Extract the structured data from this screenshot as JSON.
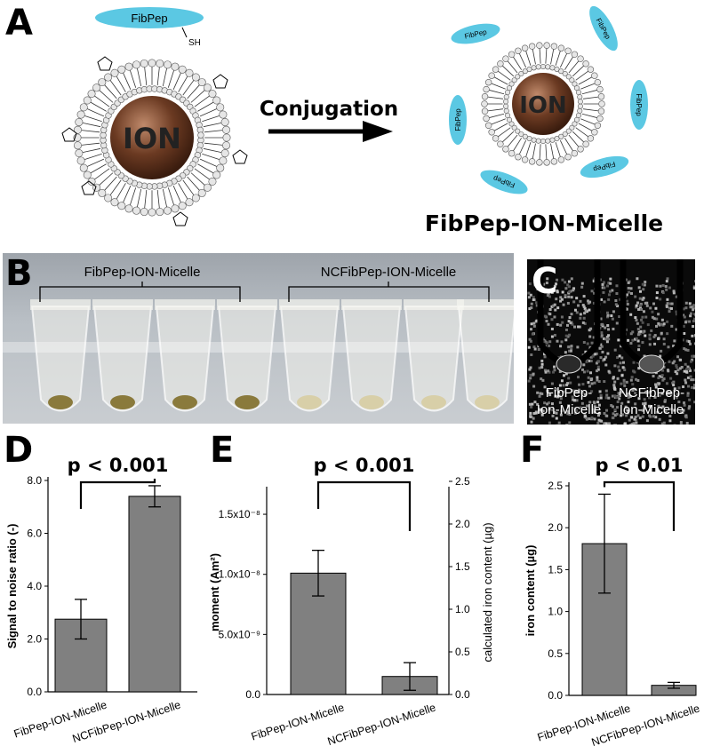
{
  "panels": {
    "a": {
      "letter": "A",
      "peptide_label": "FibPep",
      "thiol_label": "SH",
      "core_label": "ION",
      "arrow_label": "Conjugation",
      "product_core_label": "ION",
      "product_peptide_label": "FibPep",
      "product_title": "FibPep-ION-Micelle"
    },
    "b": {
      "letter": "B",
      "group1_label": "FibPep-ION-Micelle",
      "group2_label": "NCFibPep-ION-Micelle"
    },
    "c": {
      "letter": "C",
      "tube1_label": [
        "FibPep-",
        "Ion-Micelle"
      ],
      "tube2_label": [
        "NCFibPep-",
        "Ion-Micelle"
      ]
    },
    "d": {
      "letter": "D"
    },
    "e": {
      "letter": "E"
    },
    "f": {
      "letter": "F"
    }
  },
  "chart_data": [
    {
      "id": "D",
      "type": "bar",
      "categories": [
        "FibPep-ION-Micelle",
        "NCFibPep-ION-Micelle"
      ],
      "values": [
        2.75,
        7.4
      ],
      "errors": [
        0.75,
        0.4
      ],
      "ylabel": "Signal to noise ratio (-)",
      "ylim": [
        0,
        8
      ],
      "yticks": [
        "0.0",
        "2.0",
        "4.0",
        "6.0",
        "8.0"
      ],
      "significance": "p < 0.001",
      "bar_color": "#808080"
    },
    {
      "id": "E",
      "type": "bar",
      "categories": [
        "FibPep-ION-Micelle",
        "NCFibPep-ION-Micelle"
      ],
      "values": [
        1.01e-08,
        1.5e-09
      ],
      "errors": [
        1.9e-09,
        1.15e-09
      ],
      "ylabel": "moment (Am²)",
      "ylim": [
        0,
        1.7e-08
      ],
      "yticks": [
        "0.0",
        "5.0x10⁻⁹",
        "1.0x10⁻⁸",
        "1.5x10⁻⁸"
      ],
      "y2label": "calculated iron content (µg)",
      "y2lim": [
        0,
        2.5
      ],
      "y2ticks": [
        "0.0",
        "0.5",
        "1.0",
        "1.5",
        "2.0",
        "2.5"
      ],
      "significance": "p < 0.001",
      "bar_color": "#808080"
    },
    {
      "id": "F",
      "type": "bar",
      "categories": [
        "FibPep-ION-Micelle",
        "NCFibPep-ION-Micelle"
      ],
      "values": [
        1.81,
        0.12
      ],
      "errors": [
        0.59,
        0.035
      ],
      "ylabel": "iron content (µg)",
      "ylim": [
        0,
        2.5
      ],
      "yticks": [
        "0.0",
        "0.5",
        "1.0",
        "1.5",
        "2.0",
        "2.5"
      ],
      "significance": "p < 0.01",
      "bar_color": "#808080"
    }
  ]
}
